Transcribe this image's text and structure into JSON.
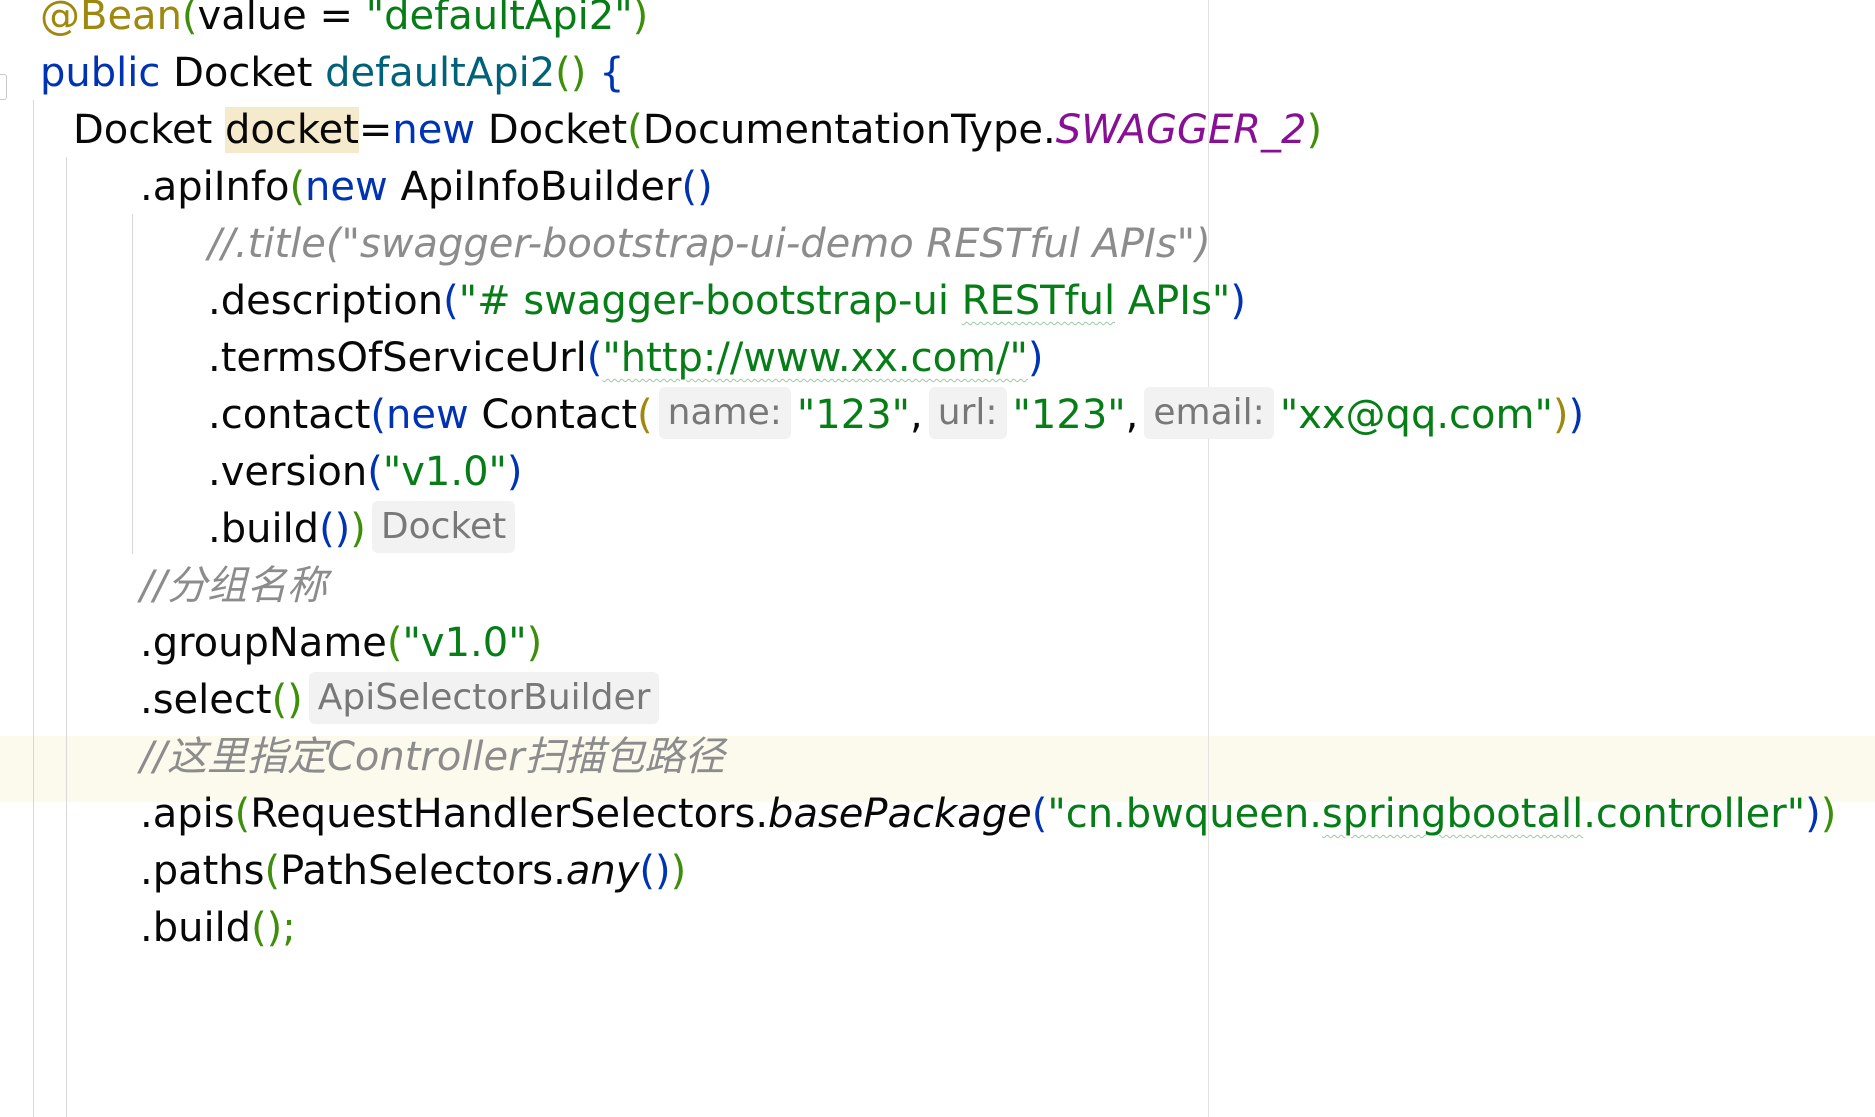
{
  "editor": {
    "language": "java",
    "colors": {
      "keyword": "#0033b3",
      "annotation": "#9e880d",
      "string": "#067d17",
      "method_declaration": "#00627a",
      "constant": "#871094",
      "comment": "#8c8c8c",
      "caret_row": "#fcfaed",
      "inlay_hint_bg": "#f2f2f2"
    },
    "lines": [
      {
        "annotation": "@Bean",
        "paren_open": "(",
        "param": "value",
        "eq": " = ",
        "value": "\"defaultApi2\"",
        "paren_close": ")"
      },
      {
        "kw": "public",
        "type": "Docket",
        "method": "defaultApi2",
        "parens": "()",
        "brace": "{"
      },
      {
        "type": "Docket",
        "var": "docket",
        "assign": "=",
        "kw_new": "new",
        "ctor": "Docket",
        "paren_open": "(",
        "enum_class": "DocumentationType.",
        "enum_const": "SWAGGER_2",
        "paren_close": ")"
      },
      {
        "call": ".apiInfo",
        "paren_open": "(",
        "kw_new": "new",
        "ctor": "ApiInfoBuilder",
        "parens": "()"
      },
      {
        "comment": "//.title(\"swagger-bootstrap-ui-demo RESTful APIs\")"
      },
      {
        "call": ".description",
        "paren_open": "(",
        "str_pre": "\"# swagger-bootstrap-ui ",
        "str_typo": "RESTful",
        "str_post": " APIs\"",
        "paren_close": ")"
      },
      {
        "call": ".termsOfServiceUrl",
        "paren_open": "(",
        "str": "\"http://www.xx.com/\"",
        "paren_close": ")"
      },
      {
        "call": ".contact",
        "paren_open": "(",
        "kw_new": "new",
        "ctor": "Contact",
        "inner_paren_open": "(",
        "hint_name": "name:",
        "arg_name": "\"123\"",
        "comma1": ",",
        "hint_url": "url:",
        "arg_url": "\"123\"",
        "comma2": ",",
        "hint_email": "email:",
        "arg_email": "\"xx@qq.com\"",
        "inner_paren_close": ")",
        "paren_close": ")"
      },
      {
        "call": ".version",
        "paren_open": "(",
        "str": "\"v1.0\"",
        "paren_close": ")"
      },
      {
        "call": ".build",
        "parens": "()",
        "paren_close": ")",
        "hint_type": "Docket"
      },
      {
        "comment": "//分组名称"
      },
      {
        "call": ".groupName",
        "paren_open": "(",
        "str": "\"v1.0\"",
        "paren_close": ")"
      },
      {
        "call": ".select",
        "parens": "()",
        "hint_type": "ApiSelectorBuilder"
      },
      {
        "comment": "//这里指定Controller扫描包路径"
      },
      {
        "call": ".apis",
        "paren_open": "(",
        "cls": "RequestHandlerSelectors.",
        "static_method": "basePackage",
        "inner_paren_open": "(",
        "str_pre": "\"cn.bwqueen.",
        "str_typo": "springbootall",
        "str_post": ".controller\"",
        "inner_paren_close": ")",
        "paren_close": ")"
      },
      {
        "call": ".paths",
        "paren_open": "(",
        "cls": "PathSelectors.",
        "static_method": "any",
        "parens": "()",
        "paren_close": ")"
      },
      {
        "call": ".build",
        "parens": "();"
      }
    ]
  }
}
